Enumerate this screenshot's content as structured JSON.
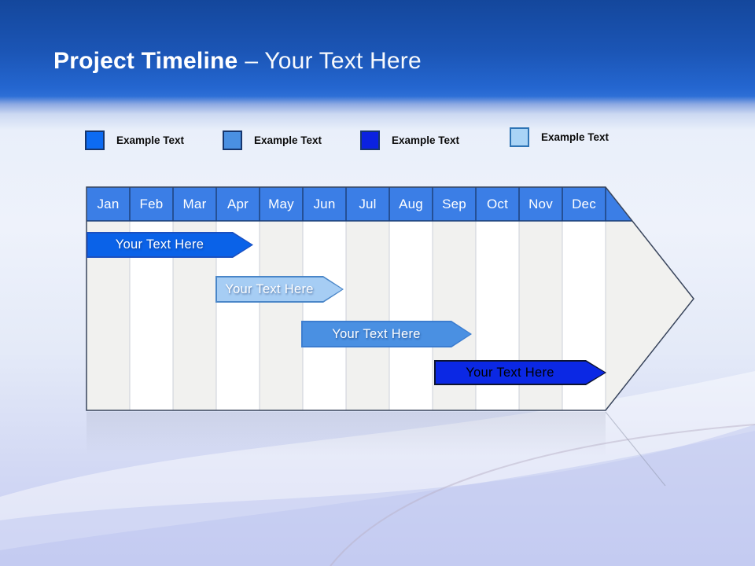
{
  "title": {
    "bold": "Project Timeline",
    "light": "– Your Text Here"
  },
  "legend": {
    "items": [
      {
        "label": "Example Text",
        "color": "#0d6bf2",
        "border": "#16366e"
      },
      {
        "label": "Example Text",
        "color": "#4a90e2",
        "border": "#16366e"
      },
      {
        "label": "Example Text",
        "color": "#0b22e0",
        "border": "#16366e"
      },
      {
        "label": "Example Text",
        "color": "#a9d4f6",
        "border": "#2e74b5"
      }
    ]
  },
  "timeline": {
    "header_color": "#3b7ee6",
    "months": [
      "Jan",
      "Feb",
      "Mar",
      "Apr",
      "May",
      "Jun",
      "Jul",
      "Aug",
      "Sep",
      "Oct",
      "Nov",
      "Dec"
    ],
    "bars": [
      {
        "label": "Your Text Here",
        "start": "Jan",
        "end": "Apr",
        "fill": "#0a62e8",
        "border": "#1b50c0",
        "text_color": "#ffffff"
      },
      {
        "label": "Your Text Here",
        "start": "Apr",
        "end": "Jun",
        "fill": "#a6cdf4",
        "border": "#4a86c8",
        "text_color": "#ffffff"
      },
      {
        "label": "Your Text Here",
        "start": "Jun",
        "end": "Sep",
        "fill": "#4a90e2",
        "border": "#3c7dd0",
        "text_color": "#ffffff"
      },
      {
        "label": "Your Text Here",
        "start": "Sep",
        "end": "Dec",
        "fill": "#0b28e4",
        "border": "#0d1430",
        "text_color": "#000000"
      }
    ]
  }
}
